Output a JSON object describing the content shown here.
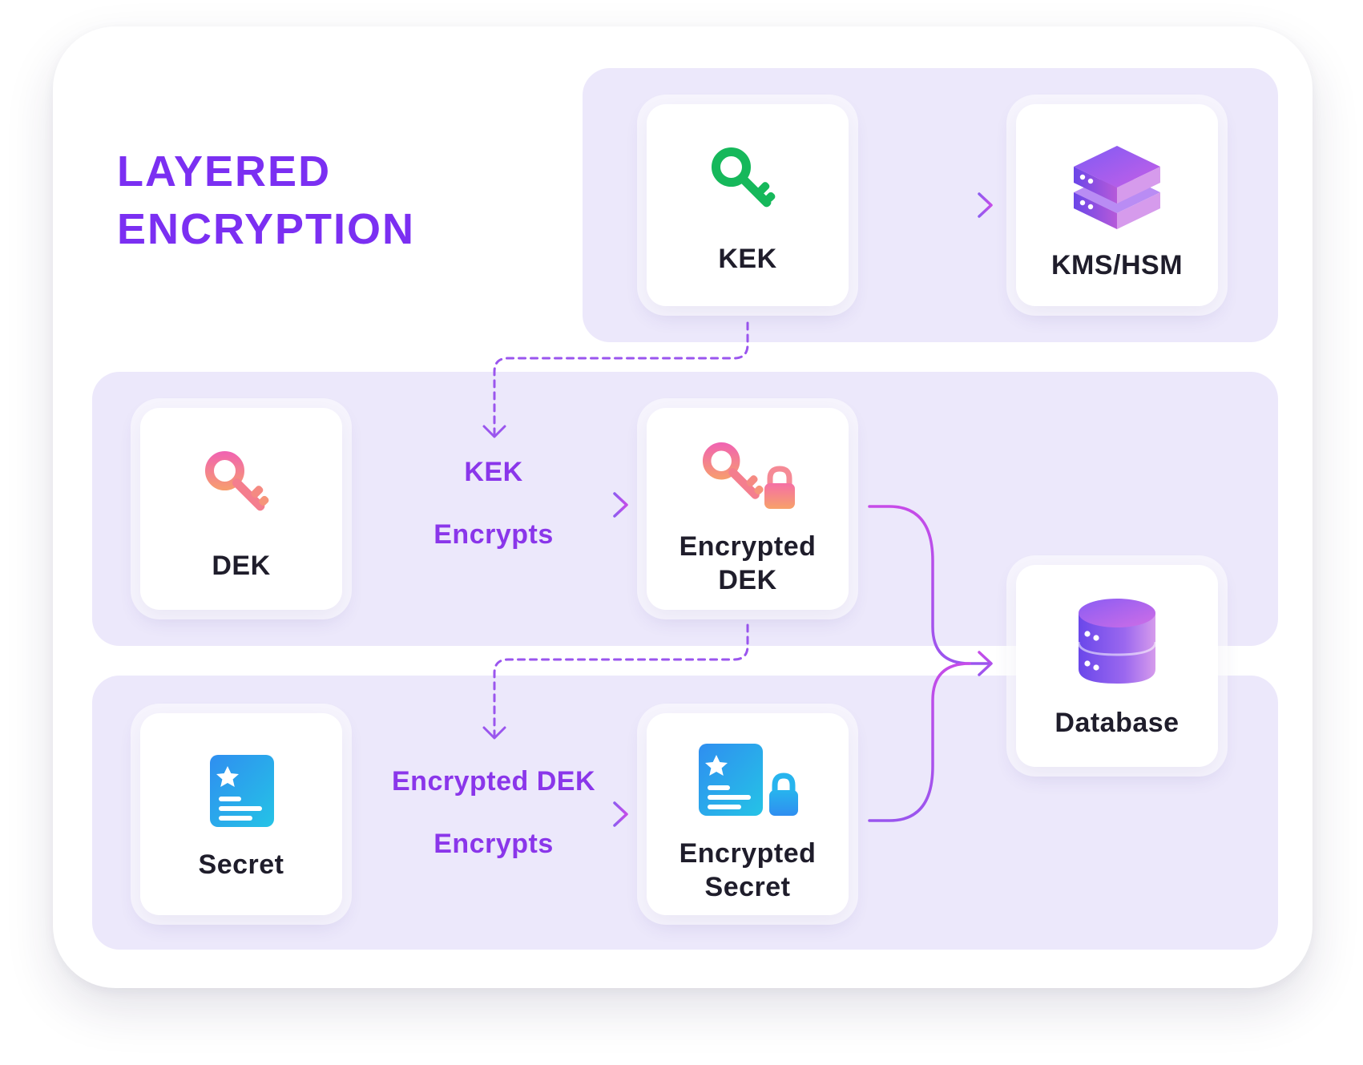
{
  "title": {
    "line1": "LAYERED",
    "line2": "ENCRYPTION"
  },
  "nodes": {
    "kek": {
      "label": "KEK",
      "icon": "key-icon"
    },
    "kms": {
      "label": "KMS/HSM",
      "icon": "server-stack-icon"
    },
    "dek": {
      "label": "DEK",
      "icon": "key-icon"
    },
    "encrypted_dek": {
      "label_line1": "Encrypted",
      "label_line2": "DEK",
      "icon": "locked-key-icon"
    },
    "secret": {
      "label": "Secret",
      "icon": "secret-document-icon"
    },
    "encrypted_secret": {
      "label_line1": "Encrypted",
      "label_line2": "Secret",
      "icon": "locked-document-icon"
    },
    "database": {
      "label": "Database",
      "icon": "database-icon"
    }
  },
  "edges": {
    "dek_to_encrypted_dek": {
      "top": "KEK",
      "bottom": "Encrypts"
    },
    "secret_to_encrypted_secret": {
      "top": "Encrypted DEK",
      "bottom": "Encrypts"
    }
  },
  "colors": {
    "accent": "#7b2ff2",
    "edge_label": "#8a36ea",
    "band": "#ece8fb",
    "kek_key": "#16b85b",
    "dek_key_start": "#f56fb0",
    "dek_key_end": "#f79a6a",
    "secret_doc": "#1fb0ea",
    "arrow": "#9a55ee"
  }
}
